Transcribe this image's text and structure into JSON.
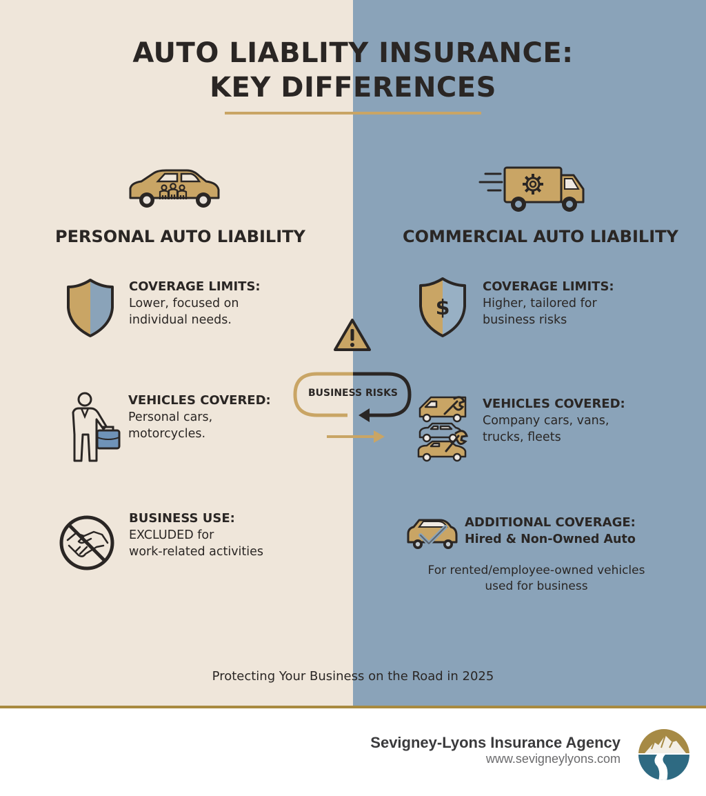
{
  "colors": {
    "left_bg": "#efe6da",
    "right_bg": "#8aa3b9",
    "gold": "#c9a565",
    "gold_dark": "#a88a3f",
    "ink": "#2a2624",
    "icon_fill": "#c9a565",
    "icon_blue": "#8aa3b9",
    "logo_teal": "#2e6a82"
  },
  "header": {
    "title_line1": "AUTO LIABLITY INSURANCE:",
    "title_line2": "KEY DIFFERENCES"
  },
  "personal": {
    "heading": "PERSONAL AUTO LIABILITY",
    "icon": "family-car-icon",
    "items": [
      {
        "icon": "half-shield-icon",
        "label": "COVERAGE LIMITS:",
        "text_line1": "Lower, focused on",
        "text_line2": "individual needs."
      },
      {
        "icon": "person-briefcase-icon",
        "label": "VEHICLES COVERED:",
        "text_line1": "Personal cars,",
        "text_line2": "motorcycles."
      },
      {
        "icon": "no-handshake-icon",
        "label": "BUSINESS USE:",
        "text_line1": "EXCLUDED for",
        "text_line2": "work-related activities"
      }
    ]
  },
  "commercial": {
    "heading": "COMMERCIAL AUTO LIABILITY",
    "icon": "delivery-truck-gear-icon",
    "items": [
      {
        "icon": "dollar-shield-icon",
        "label": "COVERAGE LIMITS:",
        "text_line1": "Higher, tailored for",
        "text_line2": "business risks"
      },
      {
        "icon": "fleet-vehicles-wrench-icon",
        "label": "VEHICLES COVERED:",
        "text_line1": "Company cars, vans,",
        "text_line2": "trucks, fleets"
      },
      {
        "icon": "car-checkmark-icon",
        "label": "ADDITIONAL COVERAGE:",
        "sub_label": "Hired & Non-Owned Auto",
        "note_line1": "For rented/employee-owned vehicles",
        "note_line2": "used for business"
      }
    ]
  },
  "center": {
    "warning_icon": "warning-triangle-icon",
    "loop_label": "BUSINESS RISKS"
  },
  "tagline": "Protecting Your Business on the Road in 2025",
  "footer": {
    "brand_name": "Sevigney-Lyons Insurance Agency",
    "url": "www.sevigneylyons.com",
    "logo": "mountain-river-logo-icon"
  }
}
